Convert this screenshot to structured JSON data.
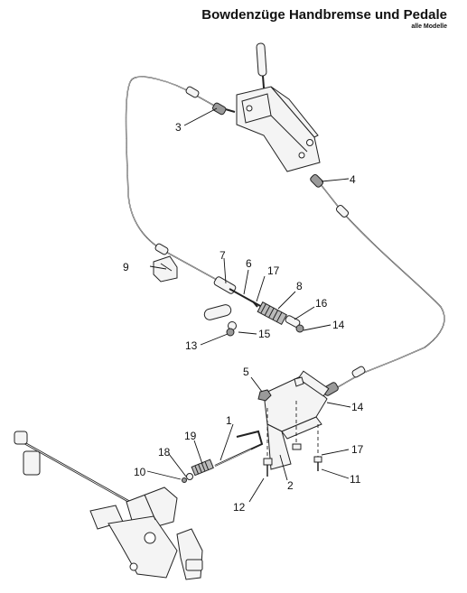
{
  "header": {
    "title": "Bowdenzüge Handbremse und Pedale",
    "subtitle": "alle Modelle"
  },
  "callouts": [
    {
      "id": "1",
      "label": "1"
    },
    {
      "id": "2",
      "label": "2"
    },
    {
      "id": "3",
      "label": "3"
    },
    {
      "id": "4",
      "label": "4"
    },
    {
      "id": "5",
      "label": "5"
    },
    {
      "id": "6",
      "label": "6"
    },
    {
      "id": "7",
      "label": "7"
    },
    {
      "id": "8",
      "label": "8"
    },
    {
      "id": "9",
      "label": "9"
    },
    {
      "id": "10",
      "label": "10"
    },
    {
      "id": "11",
      "label": "11"
    },
    {
      "id": "12",
      "label": "12"
    },
    {
      "id": "13",
      "label": "13"
    },
    {
      "id": "14a",
      "label": "14"
    },
    {
      "id": "14b",
      "label": "14"
    },
    {
      "id": "15",
      "label": "15"
    },
    {
      "id": "16",
      "label": "16"
    },
    {
      "id": "17a",
      "label": "17"
    },
    {
      "id": "17b",
      "label": "17"
    },
    {
      "id": "18",
      "label": "18"
    },
    {
      "id": "19",
      "label": "19"
    }
  ]
}
